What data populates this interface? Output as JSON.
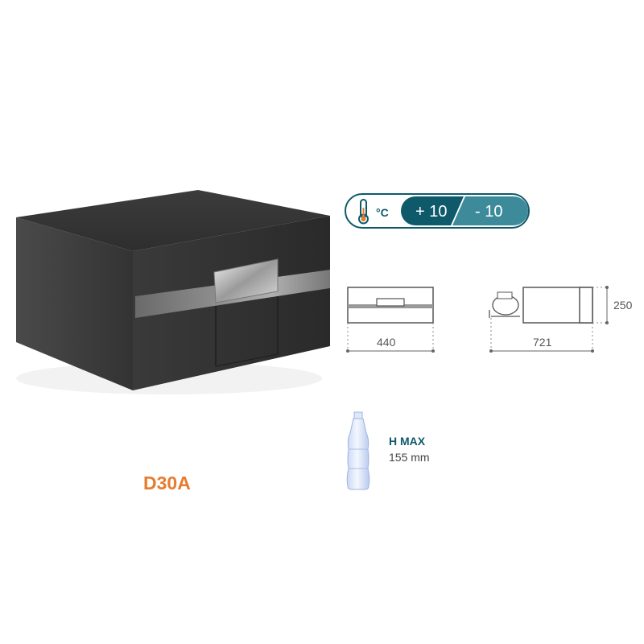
{
  "product": {
    "model": "D30A"
  },
  "temperature": {
    "unit_label": "°C",
    "max_label": "+ 10",
    "min_label": "- 10",
    "colors": {
      "border": "#0e5a6b",
      "max_bg": "#0e5a6b",
      "min_bg": "#3d8b9a"
    }
  },
  "dimensions": {
    "width": "440",
    "depth": "721",
    "height": "250"
  },
  "bottle": {
    "label": "H MAX",
    "value": "155 mm"
  },
  "colors": {
    "model_text": "#e87b2e",
    "accent": "#0e5a6b"
  }
}
